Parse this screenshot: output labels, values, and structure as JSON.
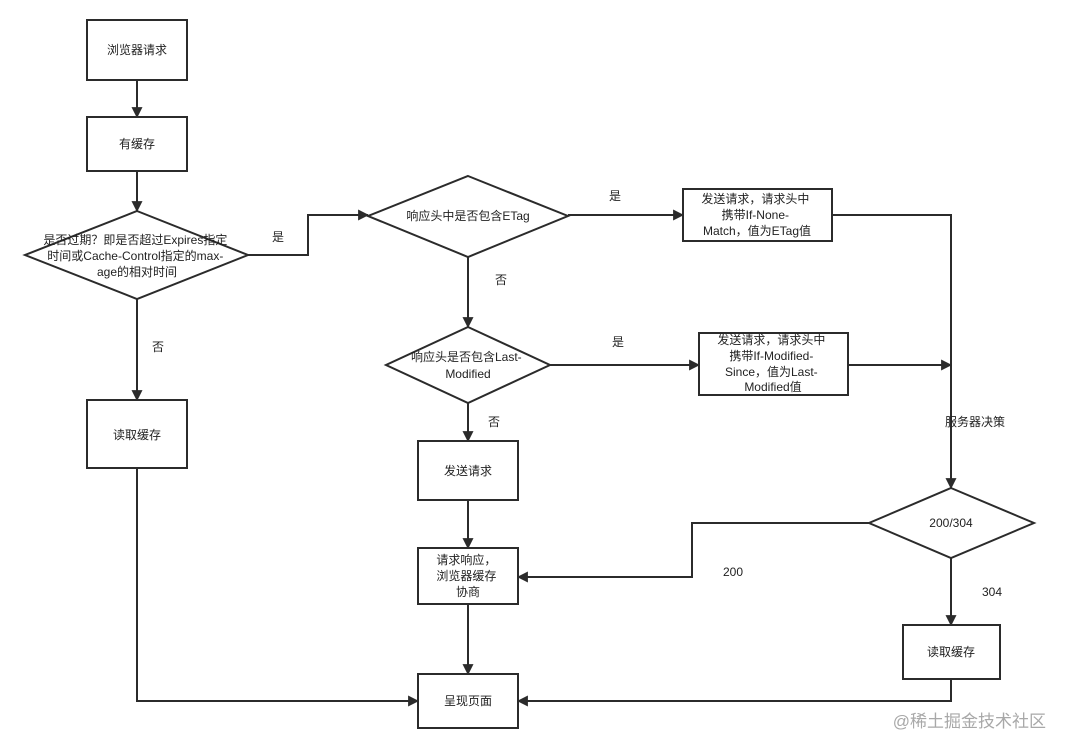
{
  "nodes": {
    "browser_request": {
      "lines": [
        "浏览器请求"
      ]
    },
    "has_cache": {
      "lines": [
        "有缓存"
      ]
    },
    "expired_check": {
      "lines": [
        "是否过期？即是否超过Expires指定",
        "时间或Cache-Control指定的max-",
        "age的相对时间"
      ]
    },
    "read_cache_left": {
      "lines": [
        "读取缓存"
      ]
    },
    "render_page": {
      "lines": [
        "呈现页面"
      ]
    },
    "etag_check": {
      "lines": [
        "响应头中是否包含ETag"
      ]
    },
    "send_if_none_match": {
      "lines": [
        "发送请求，请求头中",
        "携带If-None-",
        "Match，值为ETag值"
      ]
    },
    "last_modified_check": {
      "lines": [
        "响应头是否包含Last-",
        "Modified"
      ]
    },
    "send_if_modified_since": {
      "lines": [
        "发送请求，请求头中",
        "携带If-Modified-",
        "Since，值为Last-",
        "Modified值"
      ]
    },
    "send_request": {
      "lines": [
        "发送请求"
      ]
    },
    "response_negotiation": {
      "lines": [
        "请求响应，",
        "浏览器缓存",
        "协商"
      ]
    },
    "status_check": {
      "lines": [
        "200/304"
      ]
    },
    "read_cache_right": {
      "lines": [
        "读取缓存"
      ]
    }
  },
  "edge_labels": {
    "expired_yes": "是",
    "expired_no": "否",
    "etag_yes": "是",
    "etag_no": "否",
    "last_modified_yes": "是",
    "last_modified_no": "否",
    "server_decision": "服务器决策",
    "status_200": "200",
    "status_304": "304"
  },
  "watermark": "@稀土掘金技术社区"
}
